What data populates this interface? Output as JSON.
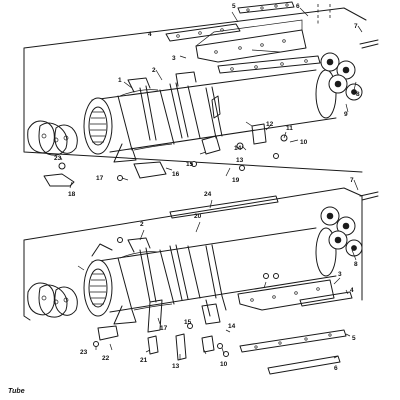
{
  "caption": "Tube",
  "callouts": {
    "upper": {
      "c1": "1",
      "c2": "2",
      "c3": "3",
      "c4": "4",
      "c5": "5",
      "c6": "6",
      "c7": "7",
      "c8": "8",
      "c9": "9",
      "c10": "10",
      "c11": "11",
      "c12": "12",
      "c13": "13",
      "c14": "14",
      "c15": "15",
      "c16": "16",
      "c17": "17",
      "c18": "18",
      "c19": "19",
      "c23": "23"
    },
    "lower": {
      "c2": "2",
      "c3": "3",
      "c4": "4",
      "c5": "5",
      "c6": "6",
      "c7": "7",
      "c8": "8",
      "c10": "10",
      "c13": "13",
      "c14": "14",
      "c15": "15",
      "c17": "17",
      "c20": "20",
      "c21": "21",
      "c22": "22",
      "c23": "23",
      "c24": "24"
    }
  }
}
